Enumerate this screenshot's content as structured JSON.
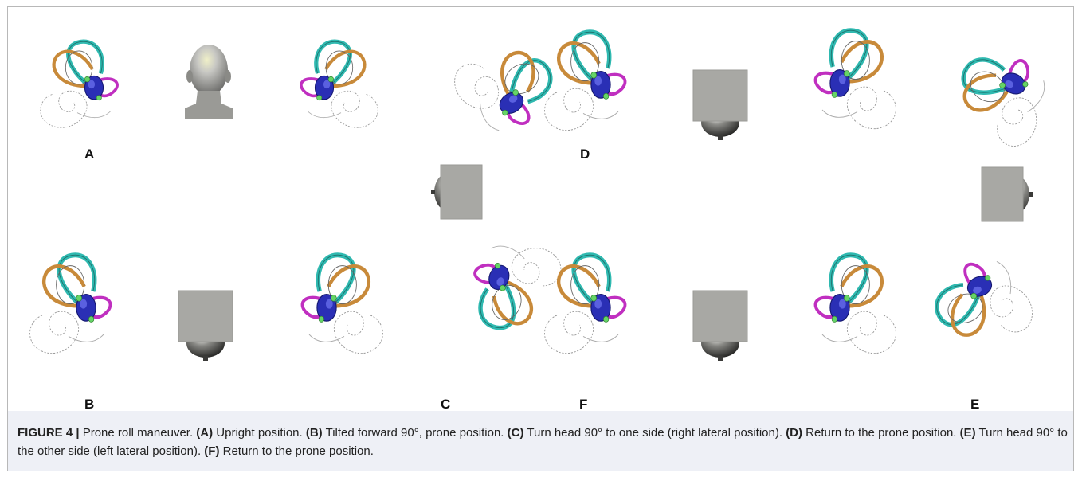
{
  "figure": {
    "labels": {
      "A": "A",
      "B": "B",
      "C": "C",
      "D": "D",
      "E": "E",
      "F": "F"
    },
    "caption": {
      "figure_id": "FIGURE 4 |",
      "title": " Prone roll maneuver. ",
      "parts": [
        {
          "key": "(A)",
          "text": " Upright position. "
        },
        {
          "key": "(B)",
          "text": " Tilted forward 90°, prone position. "
        },
        {
          "key": "(C)",
          "text": " Turn head 90° to one side (right lateral position). "
        },
        {
          "key": "(D)",
          "text": " Return to the prone position. "
        },
        {
          "key": "(E)",
          "text": " Turn head 90° to the other side (left lateral position). "
        },
        {
          "key": "(F)",
          "text": " Return to the prone position."
        }
      ]
    }
  },
  "colors": {
    "canal_cyan": "#2fb9b0",
    "canal_orange": "#c88a3a",
    "canal_magenta": "#c02fc0",
    "vestibule_blue": "#2a2fb5",
    "otolith_green": "#66d466",
    "head_gray": "#a8a8a4",
    "caption_bg": "#eef0f6"
  }
}
